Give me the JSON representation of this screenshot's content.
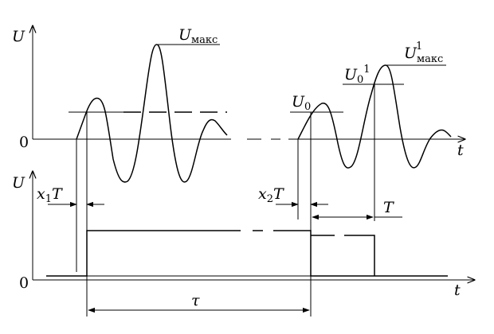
{
  "labels": {
    "u_top": "U",
    "zero_top": "0",
    "t_top": "t",
    "u_bottom": "U",
    "zero_bottom": "0",
    "t_bottom": "t",
    "u_max_base": "U",
    "u_max_sub": "макс",
    "u0_base": "U",
    "u0_sub": "0",
    "u01_base": "U",
    "u01_sub": "0",
    "u01_sup": "1",
    "umax1_base": "U",
    "umax1_sup": "1",
    "umax1_sub": "макс",
    "x1t_x": "x",
    "x1t_sub": "1",
    "x1t_t": "T",
    "x2t_x": "x",
    "x2t_sub": "2",
    "x2t_t": "T",
    "period": "T",
    "tau": "τ"
  }
}
